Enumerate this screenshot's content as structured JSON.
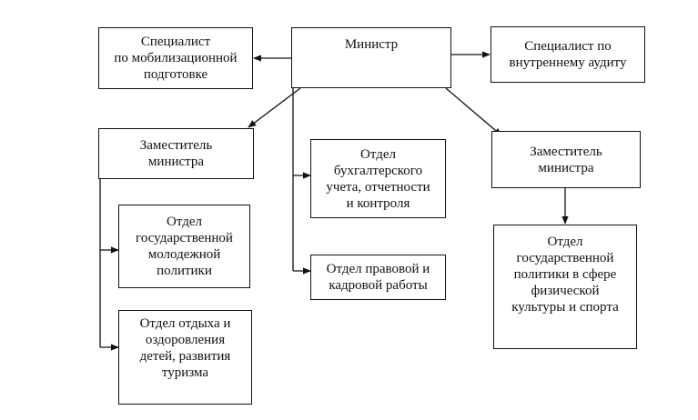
{
  "nodes": {
    "minister": "Министр",
    "mobilization_specialist": "Специалист\nпо мобилизационной\nподготовке",
    "audit_specialist": "Специалист по\nвнутреннему аудиту",
    "deputy_left": "Заместитель\nминистра",
    "deputy_right": "Заместитель\nминистра",
    "accounting_dept": "Отдел\nбухгалтерского\nучета, отчетности\nи контроля",
    "legal_hr_dept": "Отдел правовой и\nкадровой работы",
    "youth_policy_dept": "Отдел\nгосударственной\nмолодежной\nполитики",
    "children_tourism_dept": "Отдел отдыха и\nоздоровления\nдетей, развития\nтуризма",
    "sports_policy_dept": "Отдел\nгосударственной\nполитики в сфере\nфизической\nкультуры и спорта"
  },
  "edges": [
    [
      "minister",
      "mobilization_specialist"
    ],
    [
      "minister",
      "audit_specialist"
    ],
    [
      "minister",
      "deputy_left"
    ],
    [
      "minister",
      "deputy_right"
    ],
    [
      "minister",
      "accounting_dept"
    ],
    [
      "minister",
      "legal_hr_dept"
    ],
    [
      "deputy_left",
      "youth_policy_dept"
    ],
    [
      "deputy_left",
      "children_tourism_dept"
    ],
    [
      "deputy_right",
      "sports_policy_dept"
    ]
  ]
}
